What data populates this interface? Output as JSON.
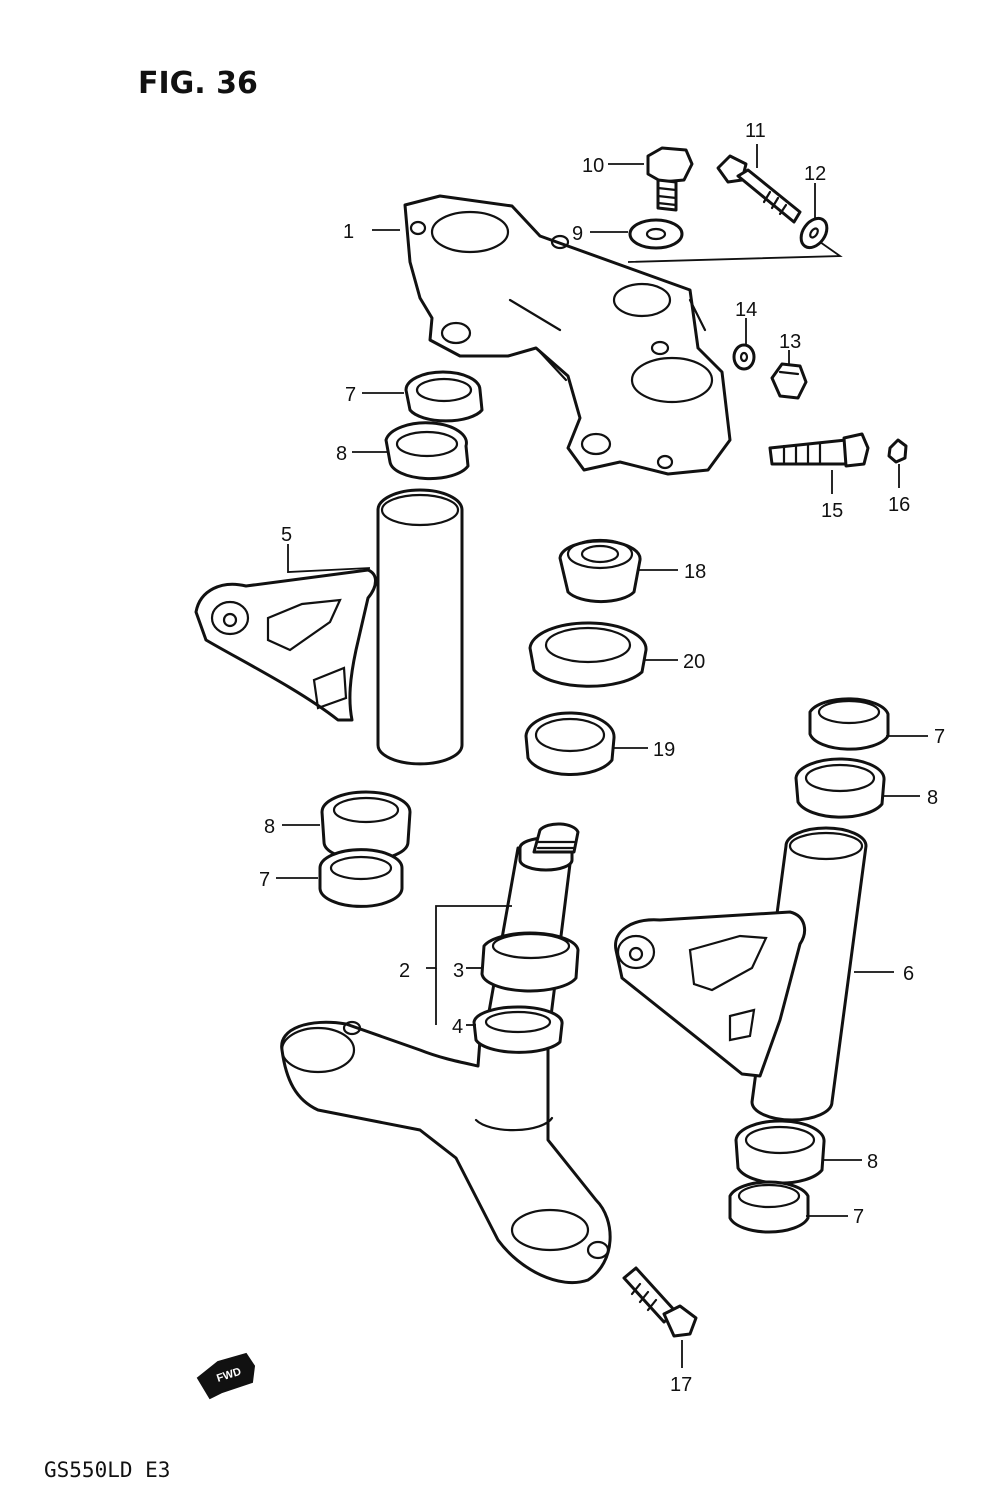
{
  "figure": {
    "title": "FIG. 36",
    "model": "GS550LD E3",
    "fwd_label": "FWD"
  },
  "callouts": {
    "c1": "1",
    "c2": "2",
    "c3": "3",
    "c4": "4",
    "c5": "5",
    "c6": "6",
    "c7a": "7",
    "c7b": "7",
    "c7c": "7",
    "c7d": "7",
    "c8a": "8",
    "c8b": "8",
    "c8c": "8",
    "c8d": "8",
    "c9": "9",
    "c10": "10",
    "c11": "11",
    "c12": "12",
    "c13": "13",
    "c14": "14",
    "c15": "15",
    "c16": "16",
    "c17": "17",
    "c18": "18",
    "c19": "19",
    "c20": "20"
  }
}
